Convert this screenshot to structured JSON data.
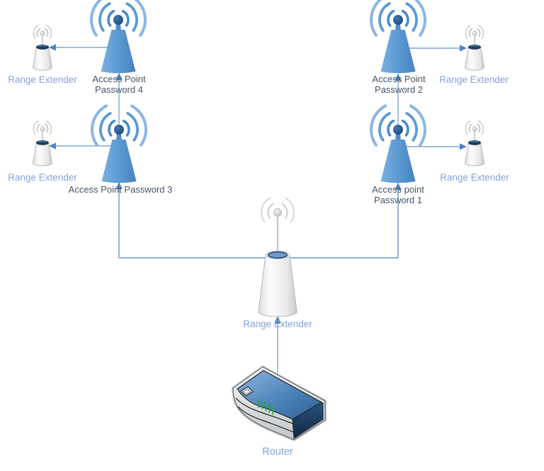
{
  "diagram": {
    "type": "network-topology",
    "background": "#ffffff",
    "colors": {
      "connector_line": "#7da7d8",
      "arrowhead": "#4a87c7",
      "access_point_body": "#5b9bd5",
      "access_point_top_ball": "#1f4e79",
      "extender_body": "#e8eaec",
      "extender_top": "#1d3c5c",
      "extender_center_top": "#6b9dcd",
      "router_top": "#4c83ba",
      "router_side": "#16304e",
      "router_front": "#d9dbdd",
      "router_leds": "#2e9e44",
      "label_blue": "#84a3d9",
      "label_dark": "#44546a"
    },
    "nodes": {
      "ap4": {
        "type": "access-point",
        "line1": "Access Point",
        "line2": "Password 4"
      },
      "ap2": {
        "type": "access-point",
        "line1": "Access Point",
        "line2": "Password 2"
      },
      "ap3": {
        "type": "access-point",
        "line1": "Access Point Password 3",
        "line2": ""
      },
      "ap1": {
        "type": "access-point",
        "line1": "Access point",
        "line2": "Password 1"
      },
      "re_top_left": {
        "type": "range-extender",
        "label": "Range Extender"
      },
      "re_top_right": {
        "type": "range-extender",
        "label": "Range Extender"
      },
      "re_mid_left": {
        "type": "range-extender",
        "label": "Range Extender"
      },
      "re_mid_right": {
        "type": "range-extender",
        "label": "Range Extender"
      },
      "re_center": {
        "type": "range-extender",
        "label": "Range Extender"
      },
      "router": {
        "type": "router",
        "label": "Router"
      }
    },
    "connections": [
      {
        "from": "router",
        "to": "re_center",
        "arrow_at": "re_center"
      },
      {
        "from": "re_center",
        "to": "ap4",
        "arrow_at": "ap4"
      },
      {
        "from": "re_center",
        "to": "ap3",
        "arrow_at": "ap3"
      },
      {
        "from": "re_center",
        "to": "ap2",
        "arrow_at": "ap2"
      },
      {
        "from": "re_center",
        "to": "ap1",
        "arrow_at": "ap1"
      },
      {
        "from": "ap4",
        "to": "re_top_left",
        "arrow_at": "re_top_left"
      },
      {
        "from": "ap3",
        "to": "re_mid_left",
        "arrow_at": "re_mid_left"
      },
      {
        "from": "ap2",
        "to": "re_top_right",
        "arrow_at": "re_top_right"
      },
      {
        "from": "ap1",
        "to": "re_mid_right",
        "arrow_at": "re_mid_right"
      }
    ]
  }
}
